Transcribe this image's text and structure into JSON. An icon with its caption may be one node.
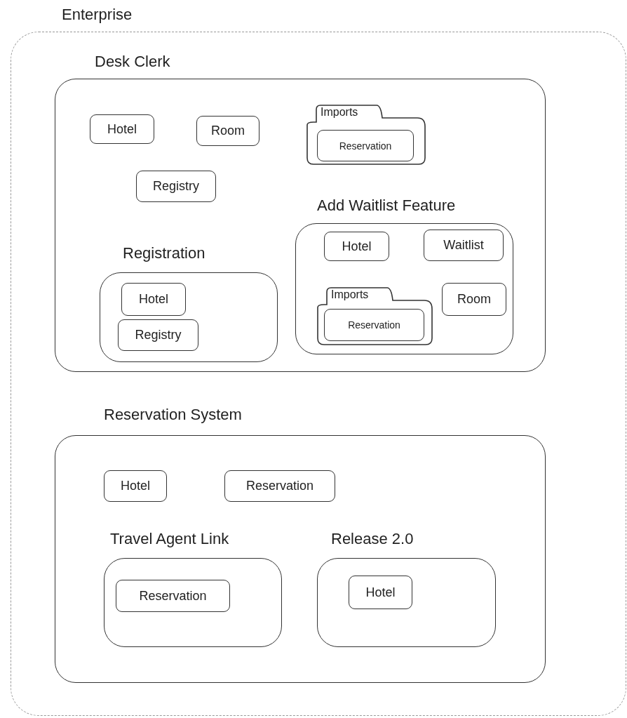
{
  "diagram": {
    "nodes": [
      {
        "text": [
          "Enterprise"
        ]
      },
      {
        "text": [
          "Desk Clerk"
        ],
        "in": 0
      },
      {
        "text": [
          "Hotel"
        ],
        "in": 1
      },
      {
        "text": [
          "Room"
        ],
        "in": 1
      },
      {
        "text": [
          "Imports"
        ],
        "in": 1
      },
      {
        "text": [
          "Reservation"
        ],
        "in": 4
      },
      {
        "text": [
          "Registry"
        ],
        "in": 1
      },
      {
        "text": [
          "Add Waitlist Feature"
        ],
        "in": 1
      },
      {
        "text": [
          "Hotel"
        ],
        "in": 7
      },
      {
        "text": [
          "Waitlist"
        ],
        "in": 7
      },
      {
        "text": [
          "Imports"
        ],
        "in": 7
      },
      {
        "text": [
          "Reservation"
        ],
        "in": 10
      },
      {
        "text": [
          "Room"
        ],
        "in": 7
      },
      {
        "text": [
          "Registration"
        ],
        "in": 1
      },
      {
        "text": [
          "Hotel"
        ],
        "in": 13
      },
      {
        "text": [
          "Registry"
        ],
        "in": 13
      },
      {
        "text": [
          "Reservation System"
        ],
        "in": 0
      },
      {
        "text": [
          "Hotel"
        ],
        "in": 16
      },
      {
        "text": [
          "Reservation"
        ],
        "in": 16
      },
      {
        "text": [
          "Travel Agent Link"
        ],
        "in": 16
      },
      {
        "text": [
          "Reservation"
        ],
        "in": 19
      },
      {
        "text": [
          "Release 2.0"
        ],
        "in": 16
      },
      {
        "text": [
          "Hotel"
        ],
        "in": 21
      }
    ]
  }
}
